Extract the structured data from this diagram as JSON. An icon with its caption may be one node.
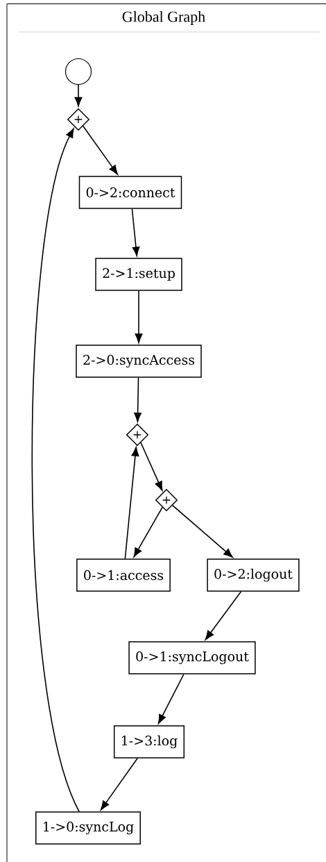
{
  "diagram": {
    "title": "Global Graph",
    "nodes": [
      {
        "text": [],
        "shape": "circle"
      },
      {
        "text": [
          "+"
        ]
      },
      {
        "text": [
          "0->2:connect"
        ]
      },
      {
        "text": [
          "2->1:setup"
        ]
      },
      {
        "text": [
          "2->0:syncAccess"
        ]
      },
      {
        "text": [
          "+"
        ]
      },
      {
        "text": [
          "+"
        ]
      },
      {
        "text": [
          "0->1:access"
        ]
      },
      {
        "text": [
          "0->2:logout"
        ]
      },
      {
        "text": [
          "0->1:syncLogout"
        ]
      },
      {
        "text": [
          "1->3:log"
        ]
      },
      {
        "text": [
          "1->0:syncLog"
        ]
      }
    ],
    "edges": [
      {
        "from": 0,
        "to": 1,
        "arrow": "to"
      },
      {
        "from": 1,
        "to": 2,
        "arrow": "to"
      },
      {
        "from": 2,
        "to": 3,
        "arrow": "to"
      },
      {
        "from": 3,
        "to": 4,
        "arrow": "to"
      },
      {
        "from": 4,
        "to": 5,
        "arrow": "to"
      },
      {
        "from": 5,
        "to": 6,
        "arrow": "to"
      },
      {
        "from": 6,
        "to": 7,
        "arrow": "to"
      },
      {
        "from": 6,
        "to": 8,
        "arrow": "to"
      },
      {
        "from": 7,
        "to": 5,
        "arrow": "to"
      },
      {
        "from": 8,
        "to": 9,
        "arrow": "to"
      },
      {
        "from": 9,
        "to": 10,
        "arrow": "to"
      },
      {
        "from": 10,
        "to": 11,
        "arrow": "to"
      },
      {
        "from": 11,
        "to": 1,
        "arrow": "to"
      }
    ]
  }
}
